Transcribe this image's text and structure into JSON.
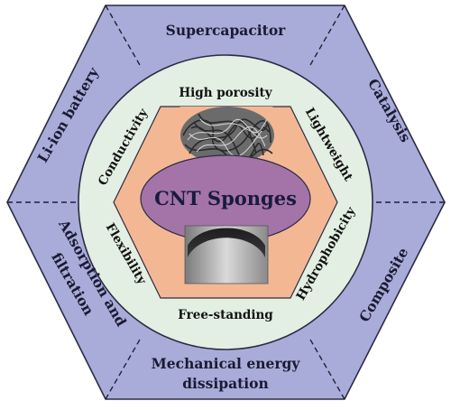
{
  "title": "CNT Sponges",
  "applications": {
    "top": "Supercapacitor",
    "top_right": "Catalysis",
    "bottom_right": "Composite",
    "bottom_line1": "Mechanical energy",
    "bottom_line2": "dissipation",
    "bottom_left_line1": "Adsorption and",
    "bottom_left_line2": "filtration",
    "top_left": "Li-ion battery"
  },
  "properties": {
    "top": "High porosity",
    "top_right": "Lightweight",
    "bottom_right": "Hydrophobicity",
    "bottom": "Free-standing",
    "bottom_left": "Flexibility",
    "top_left": "Conductivity"
  },
  "images": {
    "top": "cnt-tangle-micrograph",
    "bottom": "compressed-sponge-photo"
  },
  "colors": {
    "outer_hexagon": "#a9acd9",
    "circle": "#e3efe2",
    "inner_hexagon": "#f3b893",
    "ellipse": "#a474a8",
    "outline": "#2b2b44"
  }
}
